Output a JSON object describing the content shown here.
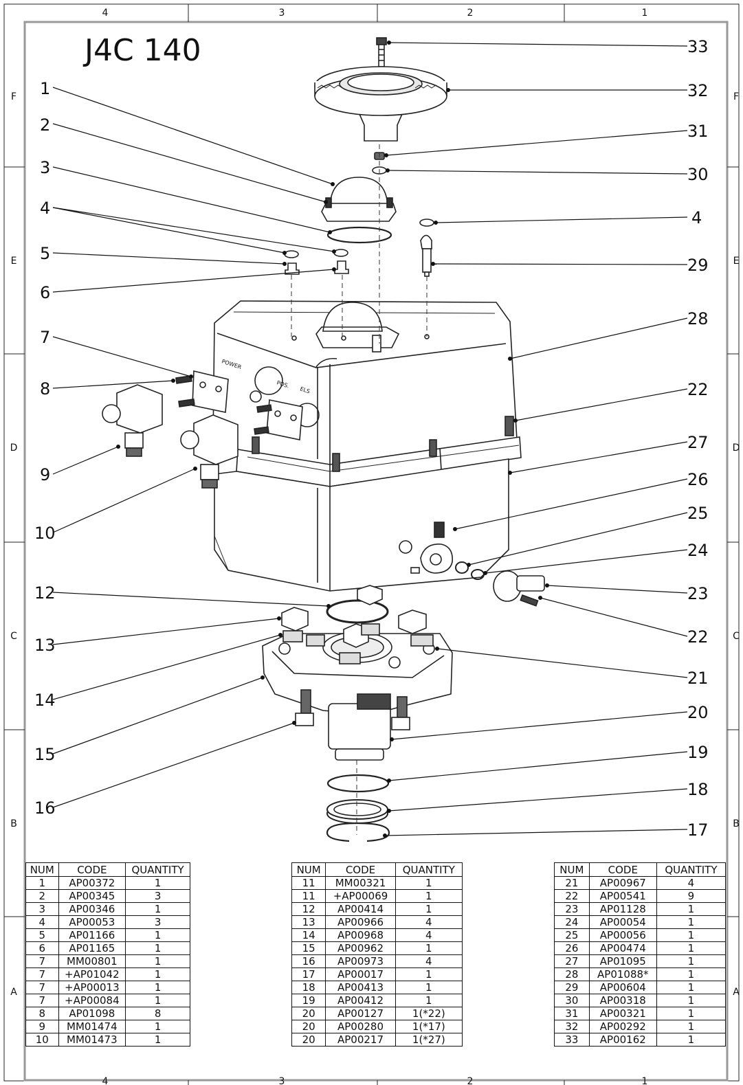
{
  "drawing": {
    "title": "J4C 140",
    "zone_columns": [
      "4",
      "3",
      "2",
      "1"
    ],
    "zone_rows": [
      "F",
      "E",
      "D",
      "C",
      "B",
      "A"
    ]
  },
  "callouts_left": [
    "1",
    "2",
    "3",
    "4",
    "5",
    "6",
    "7",
    "8",
    "9",
    "10",
    "12",
    "13",
    "14",
    "15",
    "16"
  ],
  "callouts_right": [
    "33",
    "32",
    "31",
    "30",
    "4",
    "29",
    "28",
    "22",
    "27",
    "26",
    "25",
    "24",
    "23",
    "22",
    "21",
    "20",
    "19",
    "18",
    "17"
  ],
  "bom_headers": [
    "NUM",
    "CODE",
    "QUANTITY"
  ],
  "bom_tables": [
    [
      [
        "1",
        "AP00372",
        "1"
      ],
      [
        "2",
        "AP00345",
        "3"
      ],
      [
        "3",
        "AP00346",
        "1"
      ],
      [
        "4",
        "AP00053",
        "3"
      ],
      [
        "5",
        "AP01166",
        "1"
      ],
      [
        "6",
        "AP01165",
        "1"
      ],
      [
        "7",
        "MM00801",
        "1"
      ],
      [
        "7",
        "+AP01042",
        "1"
      ],
      [
        "7",
        "+AP00013",
        "1"
      ],
      [
        "7",
        "+AP00084",
        "1"
      ],
      [
        "8",
        "AP01098",
        "8"
      ],
      [
        "9",
        "MM01474",
        "1"
      ],
      [
        "10",
        "MM01473",
        "1"
      ]
    ],
    [
      [
        "11",
        "MM00321",
        "1"
      ],
      [
        "11",
        "+AP00069",
        "1"
      ],
      [
        "12",
        "AP00414",
        "1"
      ],
      [
        "13",
        "AP00966",
        "4"
      ],
      [
        "14",
        "AP00968",
        "4"
      ],
      [
        "15",
        "AP00962",
        "1"
      ],
      [
        "16",
        "AP00973",
        "4"
      ],
      [
        "17",
        "AP00017",
        "1"
      ],
      [
        "18",
        "AP00413",
        "1"
      ],
      [
        "19",
        "AP00412",
        "1"
      ],
      [
        "20",
        "AP00127",
        "1(*22)"
      ],
      [
        "20",
        "AP00280",
        "1(*17)"
      ],
      [
        "20",
        "AP00217",
        "1(*27)"
      ]
    ],
    [
      [
        "21",
        "AP00967",
        "4"
      ],
      [
        "22",
        "AP00541",
        "9"
      ],
      [
        "23",
        "AP01128",
        "1"
      ],
      [
        "24",
        "AP00054",
        "1"
      ],
      [
        "25",
        "AP00056",
        "1"
      ],
      [
        "26",
        "AP00474",
        "1"
      ],
      [
        "27",
        "AP01095",
        "1"
      ],
      [
        "28",
        "AP01088*",
        "1"
      ],
      [
        "29",
        "AP00604",
        "1"
      ],
      [
        "30",
        "AP00318",
        "1"
      ],
      [
        "31",
        "AP00321",
        "1"
      ],
      [
        "32",
        "AP00292",
        "1"
      ],
      [
        "33",
        "AP00162",
        "1"
      ]
    ]
  ],
  "panel_labels": {
    "power": "POWER",
    "pos": "POS.",
    "els": "ELS"
  }
}
